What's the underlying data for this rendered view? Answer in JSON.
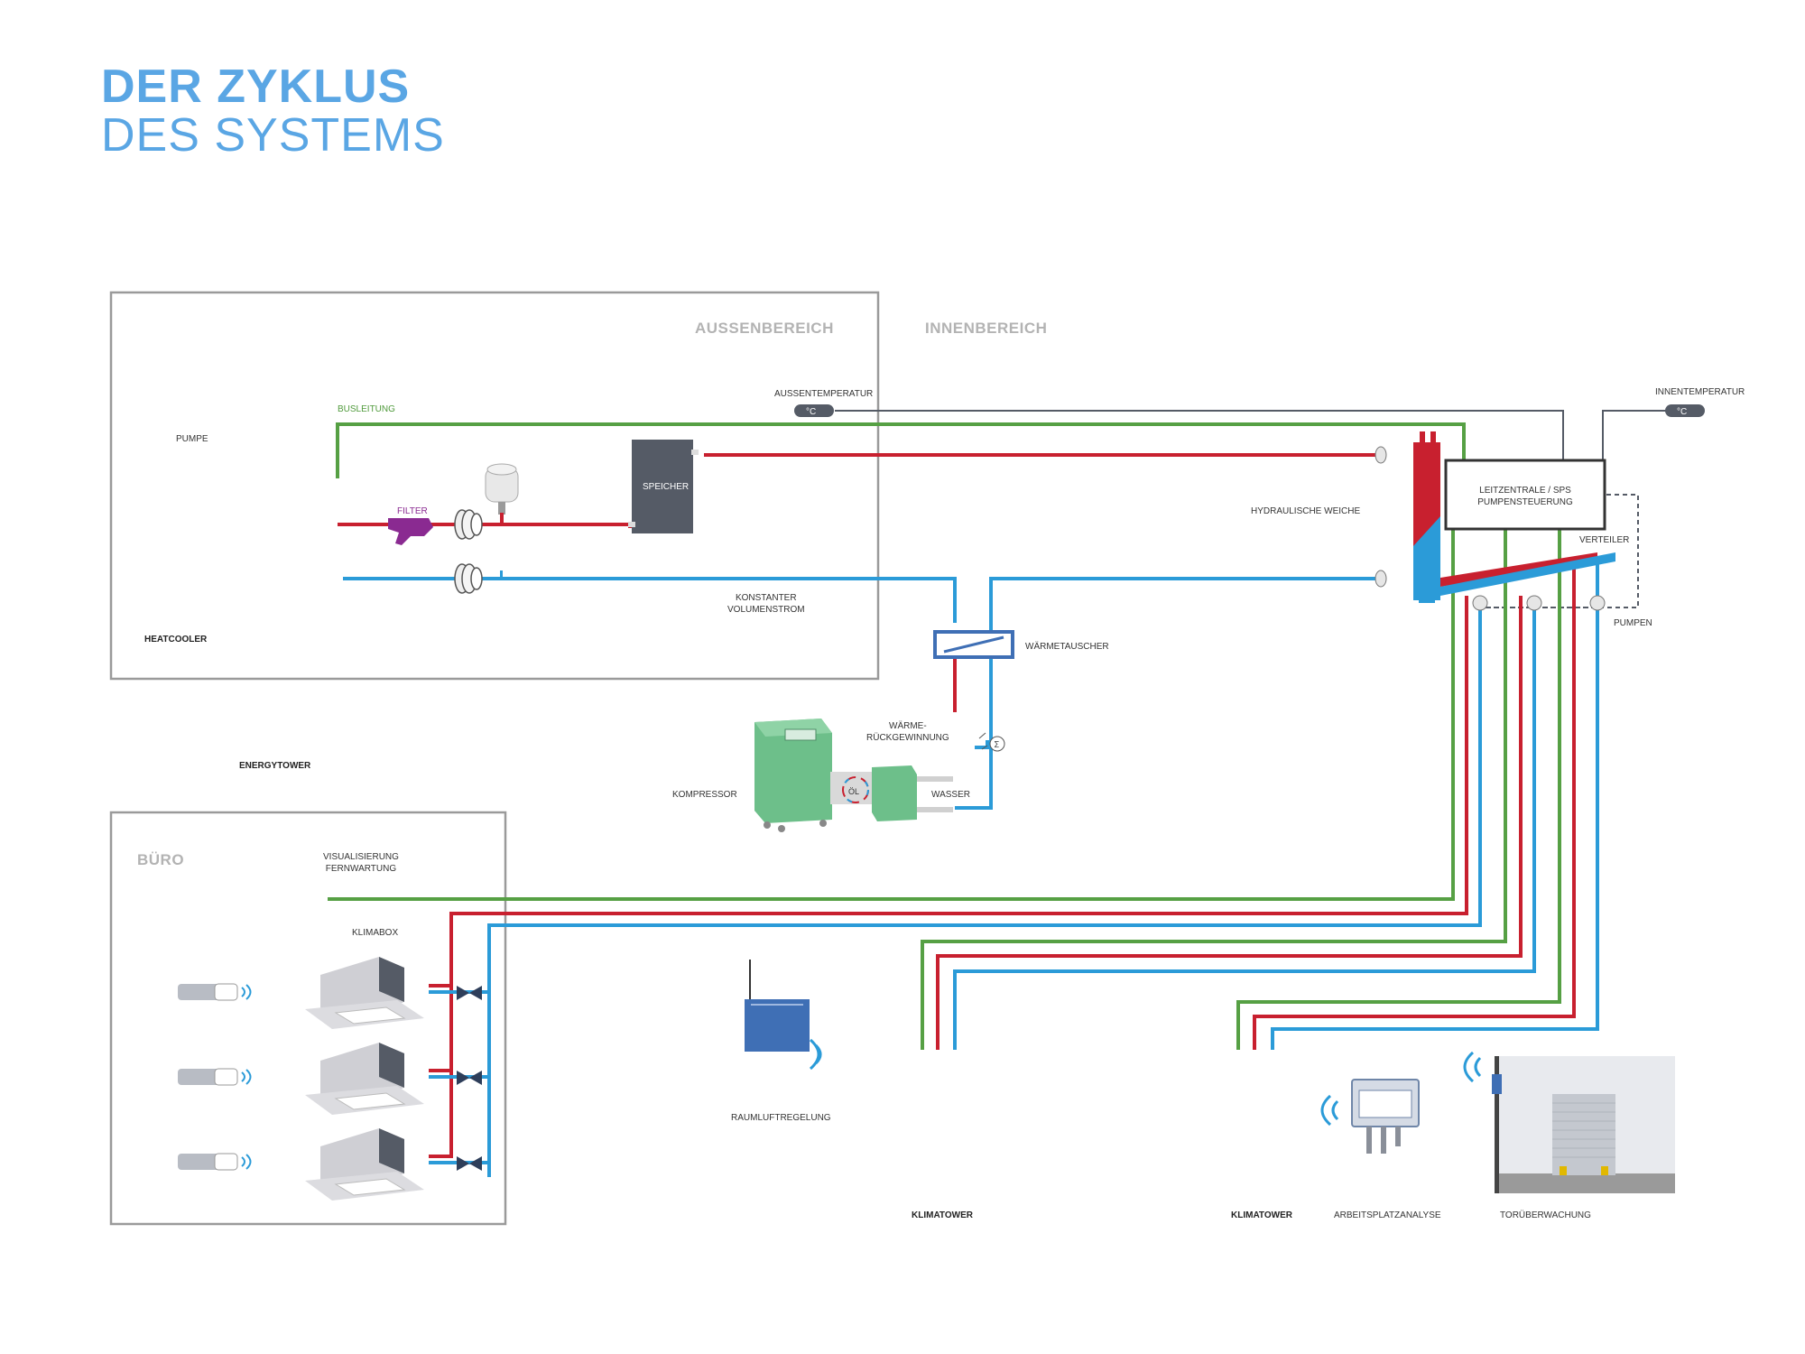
{
  "title": {
    "line1": "DER ZYKLUS",
    "line2": "DES SYSTEMS"
  },
  "regions": {
    "outdoor": "AUSSENBEREICH",
    "indoor": "INNENBEREICH",
    "office": "BÜRO"
  },
  "labels": {
    "busleitung": "BUSLEITUNG",
    "pumpe": "PUMPE",
    "filter": "FILTER",
    "speicher": "SPEICHER",
    "konstanter": "KONSTANTER\nVOLUMENSTROM",
    "heatcooler": "HEATCOOLER",
    "aussentemp": "AUSSENTEMPERATUR",
    "innentemp": "INNENTEMPERATUR",
    "celsius_out": "°C",
    "celsius_in": "°C",
    "hydraulische": "HYDRAULISCHE WEICHE",
    "leitzentrale": "LEITZENTRALE / SPS\nPUMPENSTEUERUNG",
    "verteiler": "VERTEILER",
    "pumpen": "PUMPEN",
    "waermetauscher": "WÄRMETAUSCHER",
    "waermerueck": "WÄRME-\nRÜCKGEWINNUNG",
    "kompressor": "KOMPRESSOR",
    "oel": "ÖL",
    "wasser": "WASSER",
    "energytower": "ENERGYTOWER",
    "visualisierung": "VISUALISIERUNG\nFERNWARTUNG",
    "klimabox": "KLIMABOX",
    "raumluft": "RAUMLUFTREGELUNG",
    "klimatower1": "KLIMATOWER",
    "klimatower2": "KLIMATOWER",
    "arbeitsplatz": "ARBEITSPLATZANALYSE",
    "tor": "TORÜBERWACHUNG"
  },
  "colors": {
    "hot": "#c8202f",
    "cold": "#2b9bd8",
    "bus": "#56a044",
    "sensor": "#555b66",
    "frame": "#9a9a9a",
    "title": "#5aa6e4"
  }
}
